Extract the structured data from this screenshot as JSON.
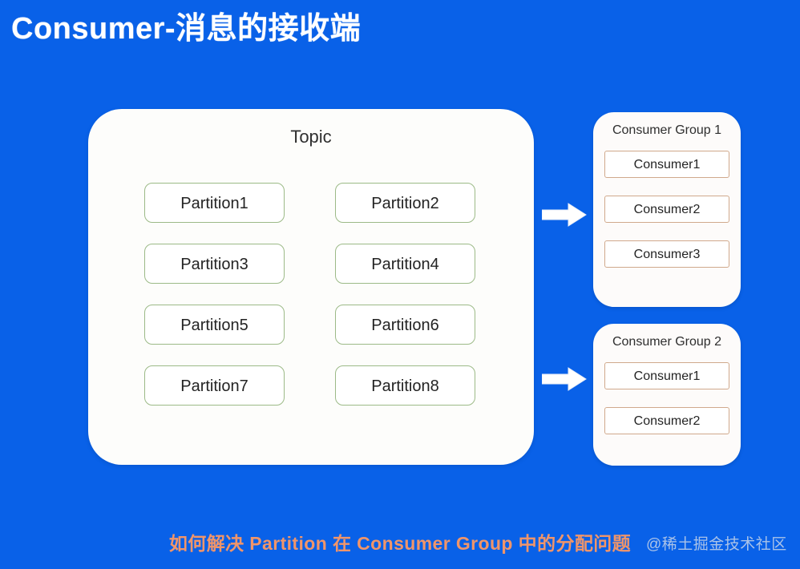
{
  "slide": {
    "title": "Consumer-消息的接收端",
    "background_color": "#0961E8",
    "title_color": "#FFFFFF"
  },
  "topic": {
    "title": "Topic",
    "border_color": "#9CBA87",
    "partitions": [
      {
        "label": "Partition1"
      },
      {
        "label": "Partition2"
      },
      {
        "label": "Partition3"
      },
      {
        "label": "Partition4"
      },
      {
        "label": "Partition5"
      },
      {
        "label": "Partition6"
      },
      {
        "label": "Partition7"
      },
      {
        "label": "Partition8"
      }
    ]
  },
  "arrows": [
    {
      "name": "arrow-topic-to-group-1",
      "direction": "right",
      "color": "#FFFFFF"
    },
    {
      "name": "arrow-topic-to-group-2",
      "direction": "right",
      "color": "#FFFFFF"
    }
  ],
  "consumer_groups": [
    {
      "title": "Consumer Group 1",
      "consumers": [
        {
          "label": "Consumer1"
        },
        {
          "label": "Consumer2"
        },
        {
          "label": "Consumer3"
        }
      ]
    },
    {
      "title": "Consumer Group 2",
      "consumers": [
        {
          "label": "Consumer1"
        },
        {
          "label": "Consumer2"
        }
      ]
    }
  ],
  "caption": {
    "text": "如何解决 Partition 在 Consumer Group 中的分配问题",
    "color": "#F0956A"
  },
  "watermark": {
    "text": "@稀土掘金技术社区"
  }
}
